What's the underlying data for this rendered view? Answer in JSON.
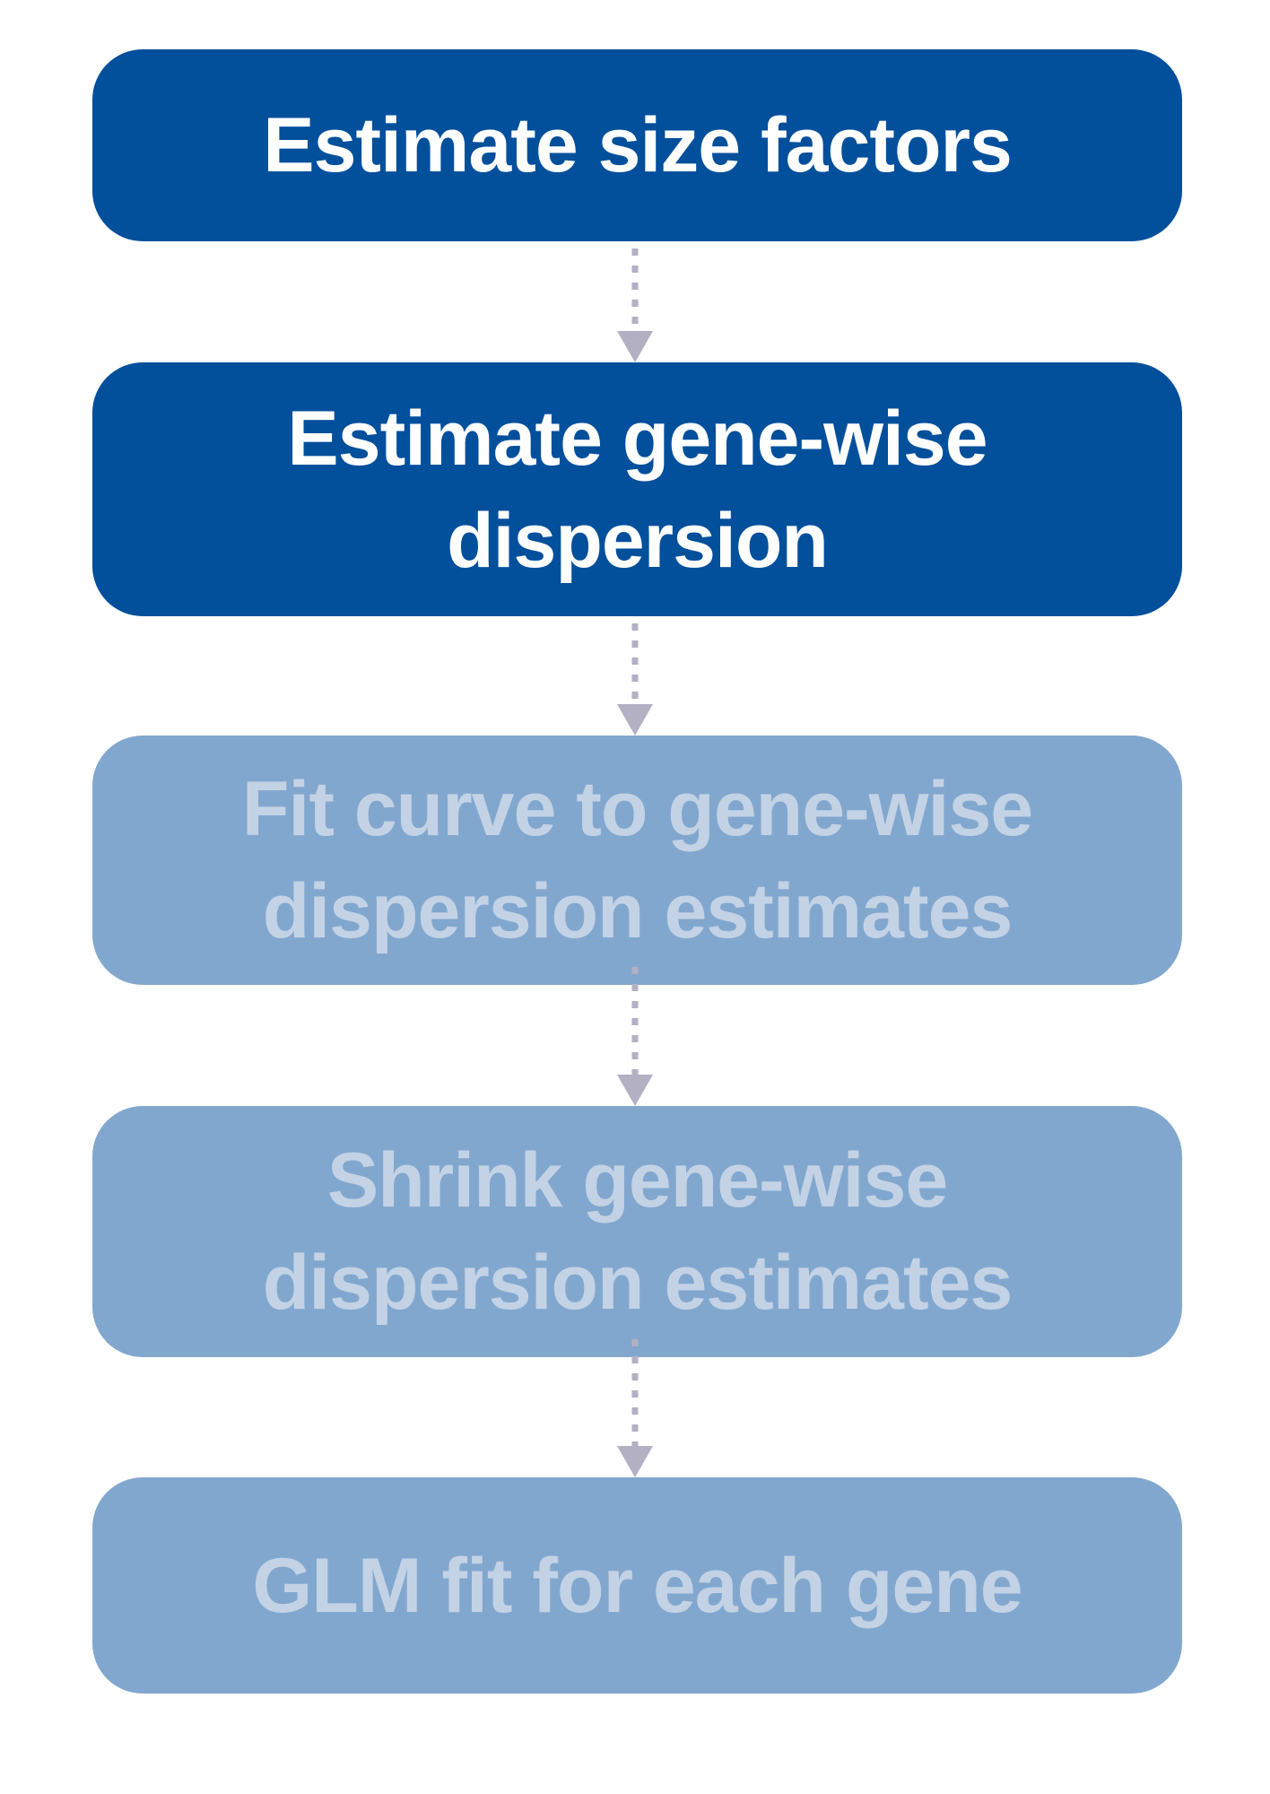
{
  "steps": [
    {
      "label": "Estimate size factors",
      "state": "active"
    },
    {
      "label": "Estimate gene-wise dispersion",
      "state": "active"
    },
    {
      "label": "Fit curve to gene-wise dispersion estimates",
      "state": "inactive"
    },
    {
      "label": "Shrink gene-wise dispersion estimates",
      "state": "inactive"
    },
    {
      "label": "GLM fit for each gene",
      "state": "inactive"
    }
  ],
  "colors": {
    "active_fill": "#024f9c",
    "active_text": "#ffffff",
    "inactive_fill": "#82a7cf",
    "inactive_text": "#c3d3e5",
    "connector": "#b3b0c4"
  },
  "connector_style": "dotted-arrow-down"
}
